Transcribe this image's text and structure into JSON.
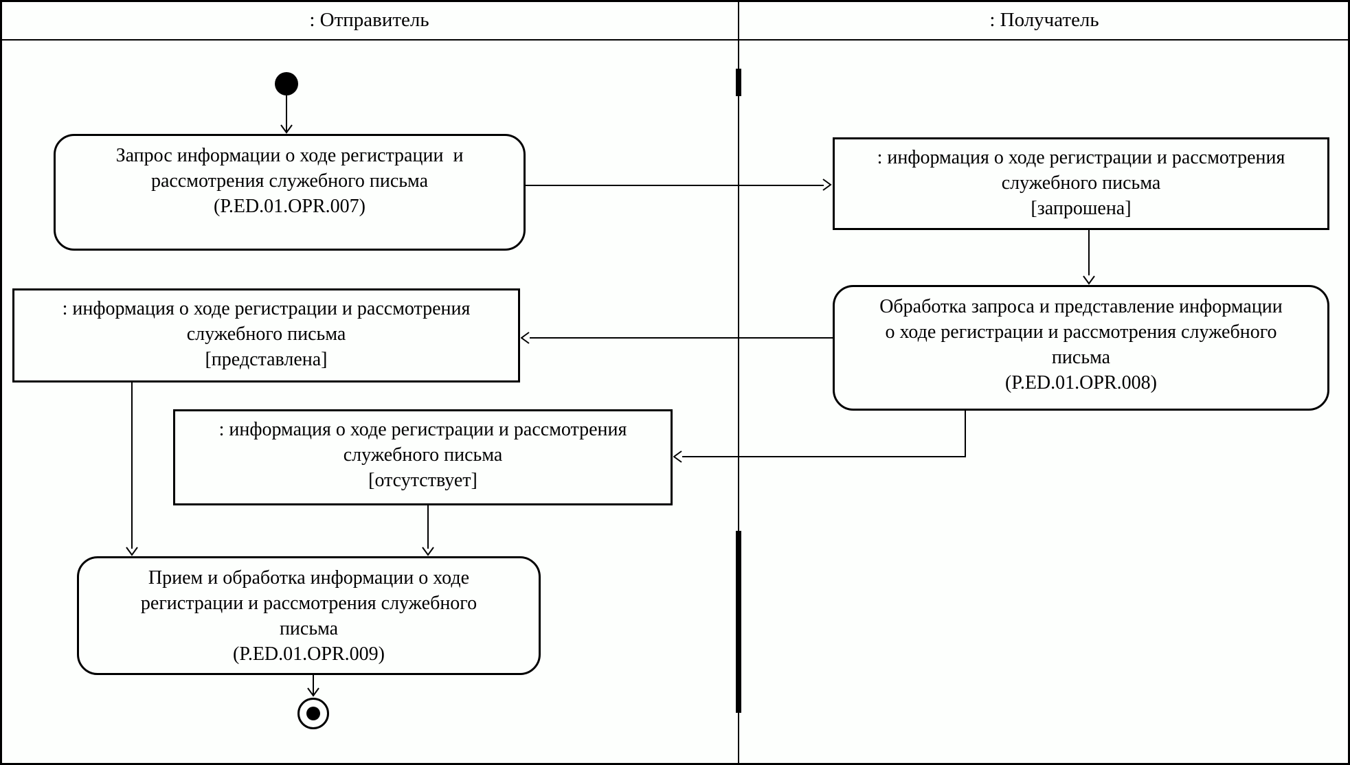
{
  "diagram": {
    "colors": {
      "line": "#000000",
      "background": "#fdfffd"
    },
    "lanes": {
      "sender": {
        "label": ": Отправитель"
      },
      "receiver": {
        "label": ": Получатель"
      }
    },
    "nodes": {
      "action_zapros": {
        "label": "Запрос информации о ходе регистрации  и\nрассмотрения служебного письма\n(P.ED.01.OPR.007)"
      },
      "object_zaproshena": {
        "label": ": информация о ходе регистрации и рассмотрения\nслужебного письма\n[запрошена]"
      },
      "action_obrabotka": {
        "label": "Обработка запроса и представление информации\nо ходе регистрации и рассмотрения служебного\nписьма\n(P.ED.01.OPR.008)"
      },
      "object_predstavlena": {
        "label": ": информация о ходе регистрации и рассмотрения\nслужебного письма\n[представлена]"
      },
      "object_otsutstvuet": {
        "label": ": информация о ходе регистрации и рассмотрения\nслужебного письма\n[отсутствует]"
      },
      "action_priem": {
        "label": "Прием и обработка информации о ходе\nрегистрации и рассмотрения служебного\nписьма\n(P.ED.01.OPR.009)"
      }
    }
  }
}
